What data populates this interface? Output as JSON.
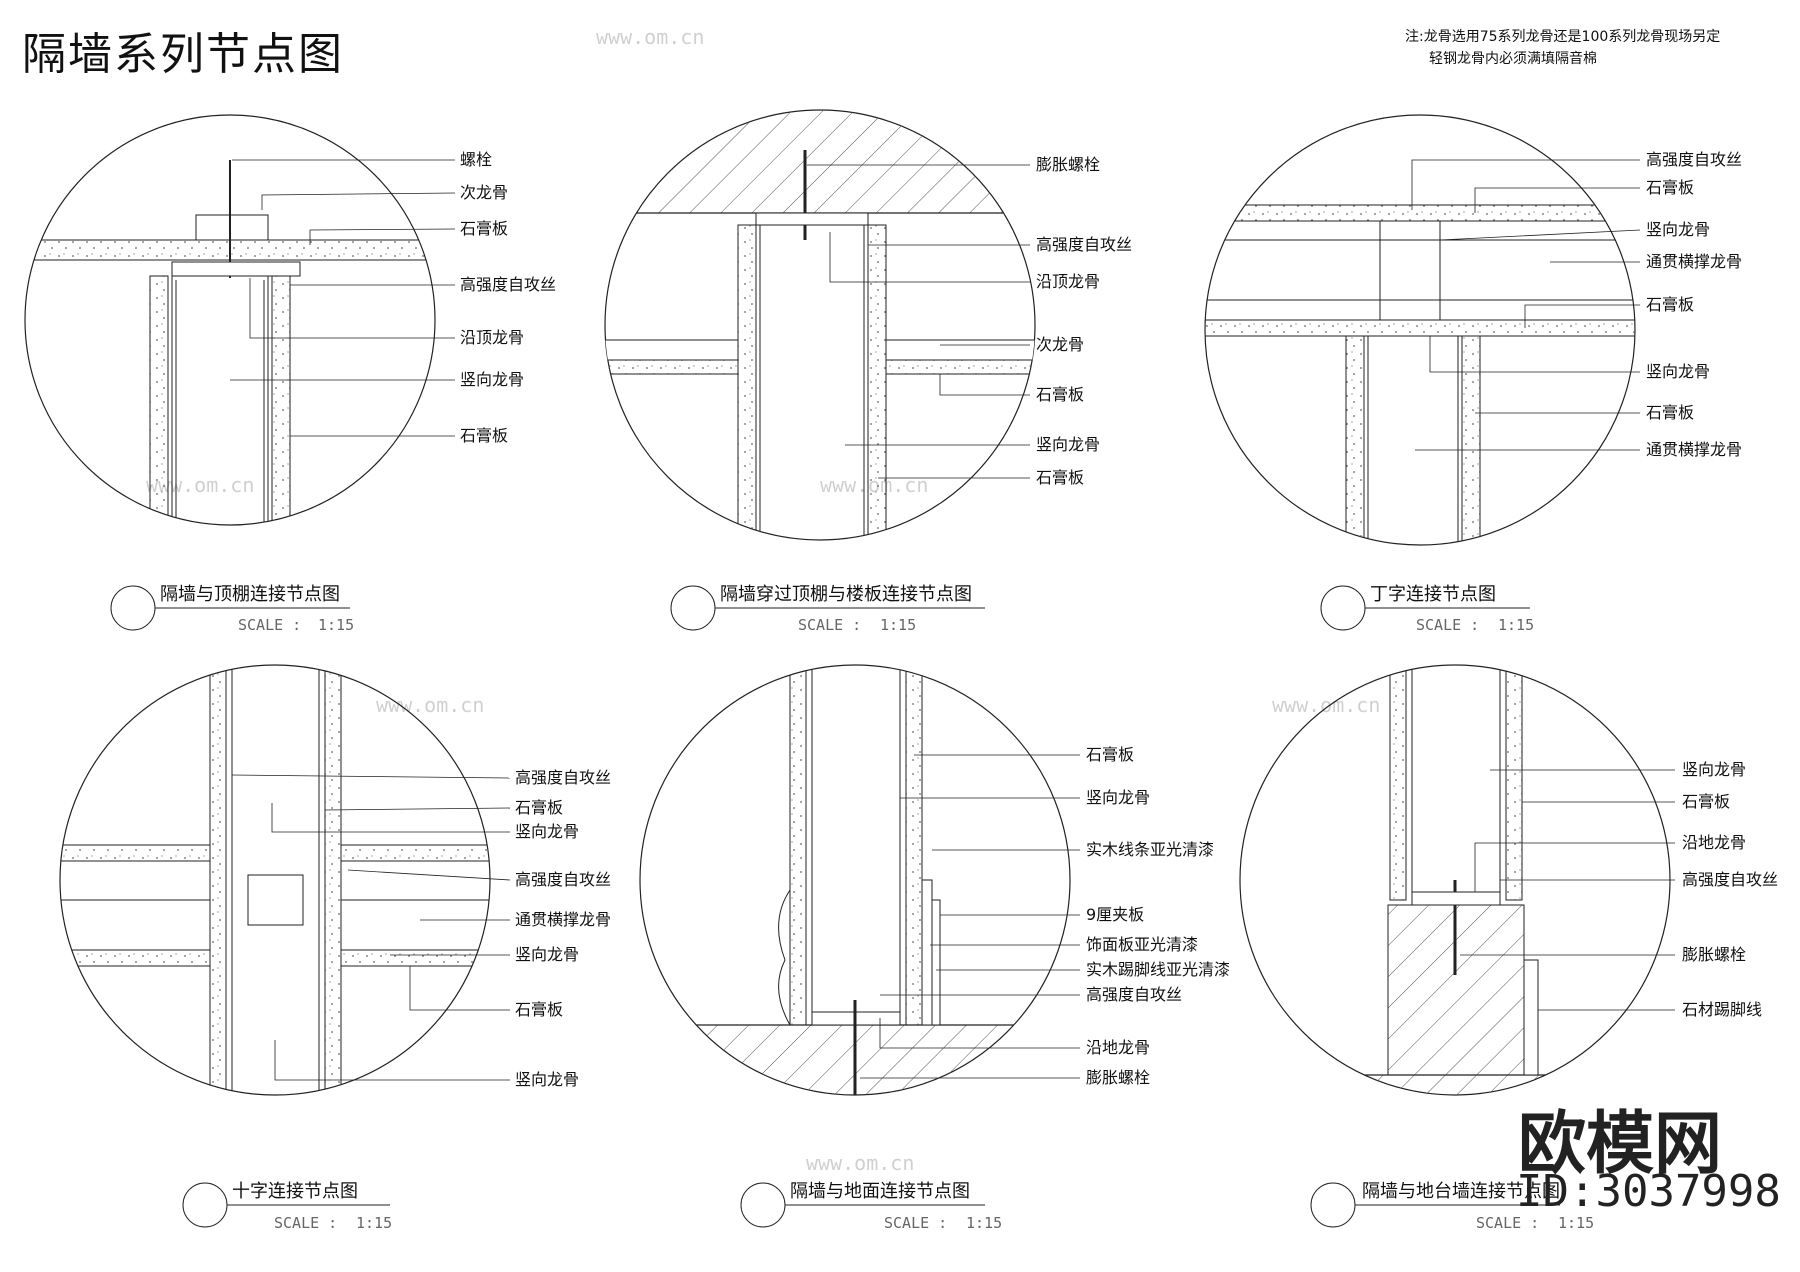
{
  "title": "隔墙系列节点图",
  "note": {
    "line1": "注:龙骨选用75系列龙骨还是100系列龙骨现场另定",
    "line2": "轻钢龙骨内必须满填隔音棉"
  },
  "brand": {
    "name": "欧模网",
    "id": "ID:3037998",
    "watermark_url": "www.om.cn"
  },
  "details": [
    {
      "caption": "隔墙与顶棚连接节点图",
      "scale_label": "SCALE :",
      "scale_value": "1:15",
      "labels": [
        "螺栓",
        "次龙骨",
        "石膏板",
        "高强度自攻丝",
        "沿顶龙骨",
        "竖向龙骨",
        "石膏板"
      ]
    },
    {
      "caption": "隔墙穿过顶棚与楼板连接节点图",
      "scale_label": "SCALE :",
      "scale_value": "1:15",
      "labels": [
        "膨胀螺栓",
        "高强度自攻丝",
        "沿顶龙骨",
        "次龙骨",
        "石膏板",
        "竖向龙骨",
        "石膏板"
      ]
    },
    {
      "caption": "丁字连接节点图",
      "scale_label": "SCALE :",
      "scale_value": "1:15",
      "labels": [
        "高强度自攻丝",
        "石膏板",
        "竖向龙骨",
        "通贯横撑龙骨",
        "石膏板",
        "竖向龙骨",
        "石膏板",
        "通贯横撑龙骨"
      ]
    },
    {
      "caption": "十字连接节点图",
      "scale_label": "SCALE :",
      "scale_value": "1:15",
      "labels": [
        "高强度自攻丝",
        "石膏板",
        "竖向龙骨",
        "高强度自攻丝",
        "通贯横撑龙骨",
        "竖向龙骨",
        "石膏板",
        "竖向龙骨"
      ]
    },
    {
      "caption": "隔墙与地面连接节点图",
      "scale_label": "SCALE :",
      "scale_value": "1:15",
      "labels": [
        "石膏板",
        "竖向龙骨",
        "实木线条亚光清漆",
        "9厘夹板",
        "饰面板亚光清漆",
        "实木踢脚线亚光清漆",
        "高强度自攻丝",
        "沿地龙骨",
        "膨胀螺栓"
      ]
    },
    {
      "caption": "隔墙与地台墙连接节点图",
      "scale_label": "SCALE :",
      "scale_value": "1:15",
      "labels": [
        "竖向龙骨",
        "石膏板",
        "沿地龙骨",
        "高强度自攻丝",
        "膨胀螺栓",
        "石材踢脚线"
      ]
    }
  ]
}
